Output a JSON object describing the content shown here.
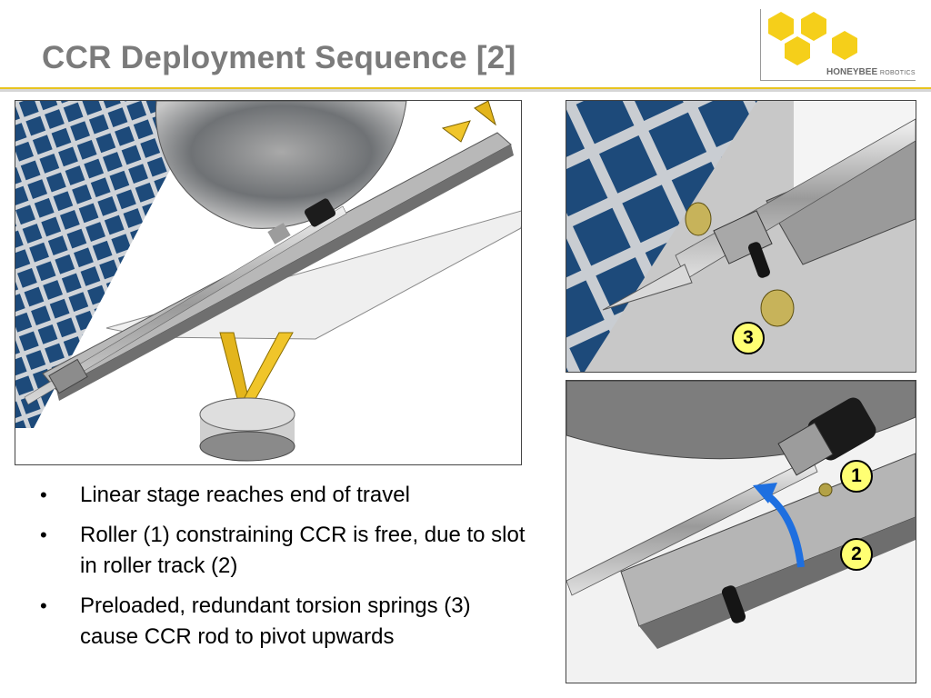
{
  "slide": {
    "title": "CCR Deployment Sequence [2]"
  },
  "logo": {
    "name": "HONEYBEE",
    "suffix": "ROBOTICS",
    "color": "#f5cf1a"
  },
  "bullets": [
    "Linear stage reaches end of travel",
    "Roller (1) constraining CCR is free, due to slot in roller track (2)",
    "Preloaded, redundant torsion springs (3) cause CCR rod to pivot upwards"
  ],
  "callouts": {
    "springs": "3",
    "roller": "1",
    "track": "2"
  },
  "colors": {
    "title": "#7b7b7b",
    "rule": "#e8c41f",
    "solar_panel": "#1d4a7a",
    "arrow": "#1e6fe0",
    "callout_fill": "#ffff73"
  }
}
